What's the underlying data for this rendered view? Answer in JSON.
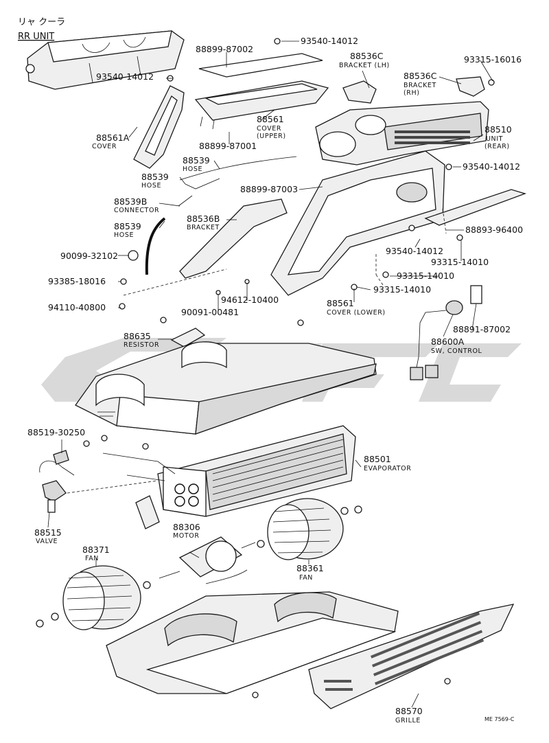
{
  "header": {
    "japanese": "リャ クーラ",
    "unit": "RR UNIT"
  },
  "labels": [
    {
      "code": "93540-14012"
    },
    {
      "code": "88899-87002"
    },
    {
      "code": "88536C",
      "desc": "BRACKET (LH)"
    },
    {
      "code": "93315-16016"
    },
    {
      "code": "93540-14012"
    },
    {
      "code": "88536C",
      "desc": "BRACKET",
      "desc2": "(RH)"
    },
    {
      "code": "88561",
      "desc": "COVER",
      "desc2": "(UPPER)"
    },
    {
      "code": "88510",
      "desc": "UNIT",
      "desc2": "(REAR)"
    },
    {
      "code": "88561A",
      "desc": "COVER"
    },
    {
      "code": "88899-87001"
    },
    {
      "code": "88539",
      "desc": "HOSE"
    },
    {
      "code": "93540-14012"
    },
    {
      "code": "88539",
      "desc": "HOSE"
    },
    {
      "code": "88899-87003"
    },
    {
      "code": "88539B",
      "desc": "CONNECTOR"
    },
    {
      "code": "88536B",
      "desc": "BRACKET"
    },
    {
      "code": "88893-96400"
    },
    {
      "code": "88539",
      "desc": "HOSE"
    },
    {
      "code": "93540-14012"
    },
    {
      "code": "90099-32102"
    },
    {
      "code": "93315-14010"
    },
    {
      "code": "93315-14010"
    },
    {
      "code": "93385-18016"
    },
    {
      "code": "93315-14010"
    },
    {
      "code": "94612-10400"
    },
    {
      "code": "94110-40800"
    },
    {
      "code": "88561",
      "desc": "COVER (LOWER)"
    },
    {
      "code": "90091-00481"
    },
    {
      "code": "88891-87002"
    },
    {
      "code": "88635",
      "desc": "RESISTOR"
    },
    {
      "code": "88600A",
      "desc": "SW, CONTROL"
    },
    {
      "code": "88519-30250"
    },
    {
      "code": "88501",
      "desc": "EVAPORATOR"
    },
    {
      "code": "88515",
      "desc": "VALVE"
    },
    {
      "code": "88306",
      "desc": "MOTOR"
    },
    {
      "code": "88371",
      "desc": "FAN"
    },
    {
      "code": "88361",
      "desc": "FAN"
    },
    {
      "code": "88570",
      "desc": "GRILLE"
    }
  ],
  "footer": {
    "ref": "ME 7569-C"
  },
  "colors": {
    "ink": "#111111",
    "part_fill": "#efefef",
    "watermark": "#d2d2d2"
  }
}
